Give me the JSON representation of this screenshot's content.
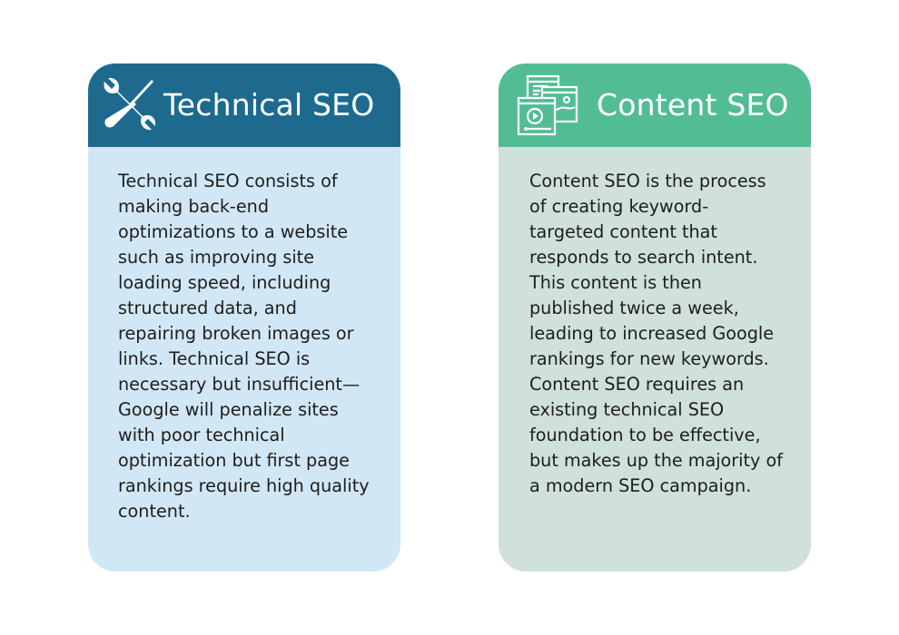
{
  "colors": {
    "technical_header": "#1e6a8f",
    "technical_body": "#d2e7f5",
    "content_header": "#52bd95",
    "content_body": "#cfe1da",
    "text": "#1d1d1d"
  },
  "cards": [
    {
      "icon": "wrench-screwdriver-icon",
      "title": "Technical SEO",
      "body": "Technical SEO consists of\nmaking back-end\noptimizations to a website\nsuch as improving site\nloading speed, including\nstructured data, and\nrepairing broken images or\nlinks. Technical SEO is\nnecessary but insufficient—\nGoogle will penalize sites\nwith poor technical\noptimization but first page\nrankings require high quality\ncontent."
    },
    {
      "icon": "media-content-icon",
      "title": "Content SEO",
      "body": "Content SEO is the process\nof creating keyword-\ntargeted content that\nresponds to search intent.\nThis content is then\npublished twice a week,\nleading to increased Google\nrankings for new keywords.\nContent SEO requires an\nexisting technical SEO\nfoundation to be effective,\nbut makes up the majority of\na modern SEO campaign."
    }
  ]
}
